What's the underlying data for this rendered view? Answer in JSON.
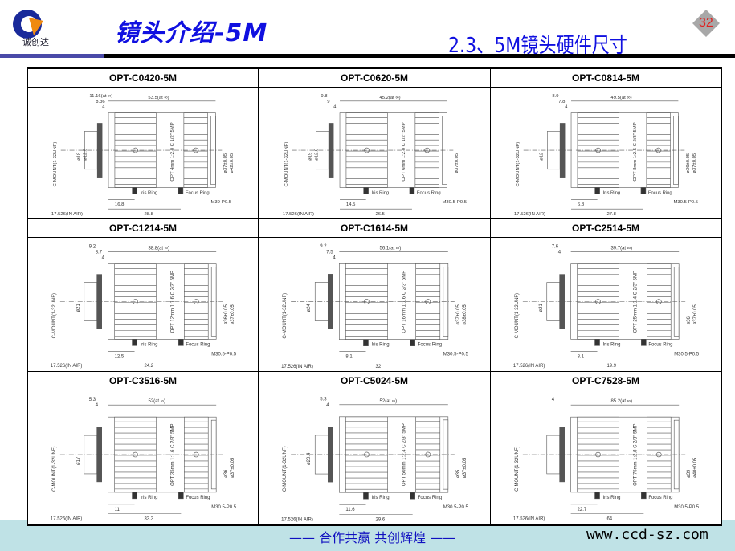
{
  "header": {
    "logo_text": "诚创达",
    "title": "镜头介绍-5M",
    "subtitle": "2.3、5M镜头硬件尺寸",
    "page_number": "32"
  },
  "footer": {
    "slogan": "—— 合作共赢 共创辉煌 ——",
    "url": "www.ccd-sz.com"
  },
  "colors": {
    "title": "#1010e0",
    "footer_bg": "#bfe2e6",
    "bar": "#4a4aa8"
  },
  "common": {
    "mount": "C-MOUNT(1-32UNF)",
    "back_focus": "17.526(IN AIR)",
    "iris": "Iris Ring",
    "focus": "Focus Ring"
  },
  "lenses": [
    {
      "name": "OPT-C0420-5M",
      "length": "53.5(at ∞)",
      "top": [
        "11.16(at ∞)",
        "8.36",
        "4"
      ],
      "dia": [
        "ø18",
        "ø12.5"
      ],
      "outer": [
        "ø37±0.05",
        "ø42±0.05"
      ],
      "thread": "M39-P0.5",
      "bottom": [
        "16.8",
        "28.8"
      ],
      "spec": "OPT 4mm 1:2.0 C 1/2\" 5MP"
    },
    {
      "name": "OPT-C0620-5M",
      "length": "45.2(at ∞)",
      "top": [
        "9.8",
        "9",
        "4"
      ],
      "dia": [
        "ø19",
        "ø12.8"
      ],
      "outer": [
        "ø37±0.05"
      ],
      "thread": "M30.5-P0.5",
      "bottom": [
        "14.5",
        "26.5"
      ],
      "spec": "OPT 6mm 1:2.0 C 1/2\" 5MP"
    },
    {
      "name": "OPT-C0814-5M",
      "length": "49.5(at ∞)",
      "top": [
        "8.9",
        "7.8",
        "4"
      ],
      "dia": [
        "ø12"
      ],
      "outer": [
        "ø36±0.05",
        "ø37±0.05"
      ],
      "thread": "M30.5-P0.5",
      "bottom": [
        "6.8",
        "27.8"
      ],
      "spec": "OPT 8mm 1:2.5 C 2/3\" 5MP"
    },
    {
      "name": "OPT-C1214-5M",
      "length": "38.8(at ∞)",
      "top": [
        "9.2",
        "8.7",
        "4"
      ],
      "dia": [
        "ø21"
      ],
      "outer": [
        "ø36±0.05",
        "ø37±0.05"
      ],
      "thread": "M30.5-P0.5",
      "bottom": [
        "12.5",
        "24.2"
      ],
      "spec": "OPT 12mm 1:1.6 C 2/3\" 5MP"
    },
    {
      "name": "OPT-C1614-5M",
      "length": "56.1(at ∞)",
      "top": [
        "9.2",
        "7.5",
        "4"
      ],
      "dia": [
        "ø24"
      ],
      "outer": [
        "ø37±0.05",
        "ø38±0.05"
      ],
      "thread": "M30.5-P0.5",
      "bottom": [
        "8.1",
        "32"
      ],
      "spec": "OPT 16mm 1:1.6 C 2/3\" 5MP"
    },
    {
      "name": "OPT-C2514-5M",
      "length": "39.7(at ∞)",
      "top": [
        "7.6",
        "4"
      ],
      "dia": [
        "ø21"
      ],
      "outer": [
        "ø36",
        "ø37±0.05"
      ],
      "thread": "M30.5-P0.5",
      "bottom": [
        "8.1",
        "19.9"
      ],
      "spec": "OPT 25mm 1:1.4 C 2/3\" 5MP"
    },
    {
      "name": "OPT-C3516-5M",
      "length": "52(at ∞)",
      "top": [
        "5.3",
        "4"
      ],
      "dia": [
        "ø17"
      ],
      "outer": [
        "ø36",
        "ø37±0.05"
      ],
      "thread": "M30.5-P0.5",
      "bottom": [
        "11",
        "33.3"
      ],
      "spec": "OPT 35mm 1:1.6 C 2/3\" 5MP"
    },
    {
      "name": "OPT-C5024-5M",
      "length": "52(at ∞)",
      "top": [
        "5.3",
        "4"
      ],
      "dia": [
        "ø20.4"
      ],
      "outer": [
        "ø35",
        "ø37±0.05"
      ],
      "thread": "M30.5-P0.5",
      "bottom": [
        "11.6",
        "29.6"
      ],
      "spec": "OPT 50mm 1:2.4 C 2/3\" 5MP"
    },
    {
      "name": "OPT-C7528-5M",
      "length": "85.2(at ∞)",
      "top": [
        "4"
      ],
      "dia": [],
      "outer": [
        "ø39",
        "ø40±0.05"
      ],
      "thread": "M30.5-P0.5",
      "bottom": [
        "22.7",
        "64"
      ],
      "spec": "OPT 75mm 1:2.8 C 2/3\" 5MP"
    }
  ]
}
